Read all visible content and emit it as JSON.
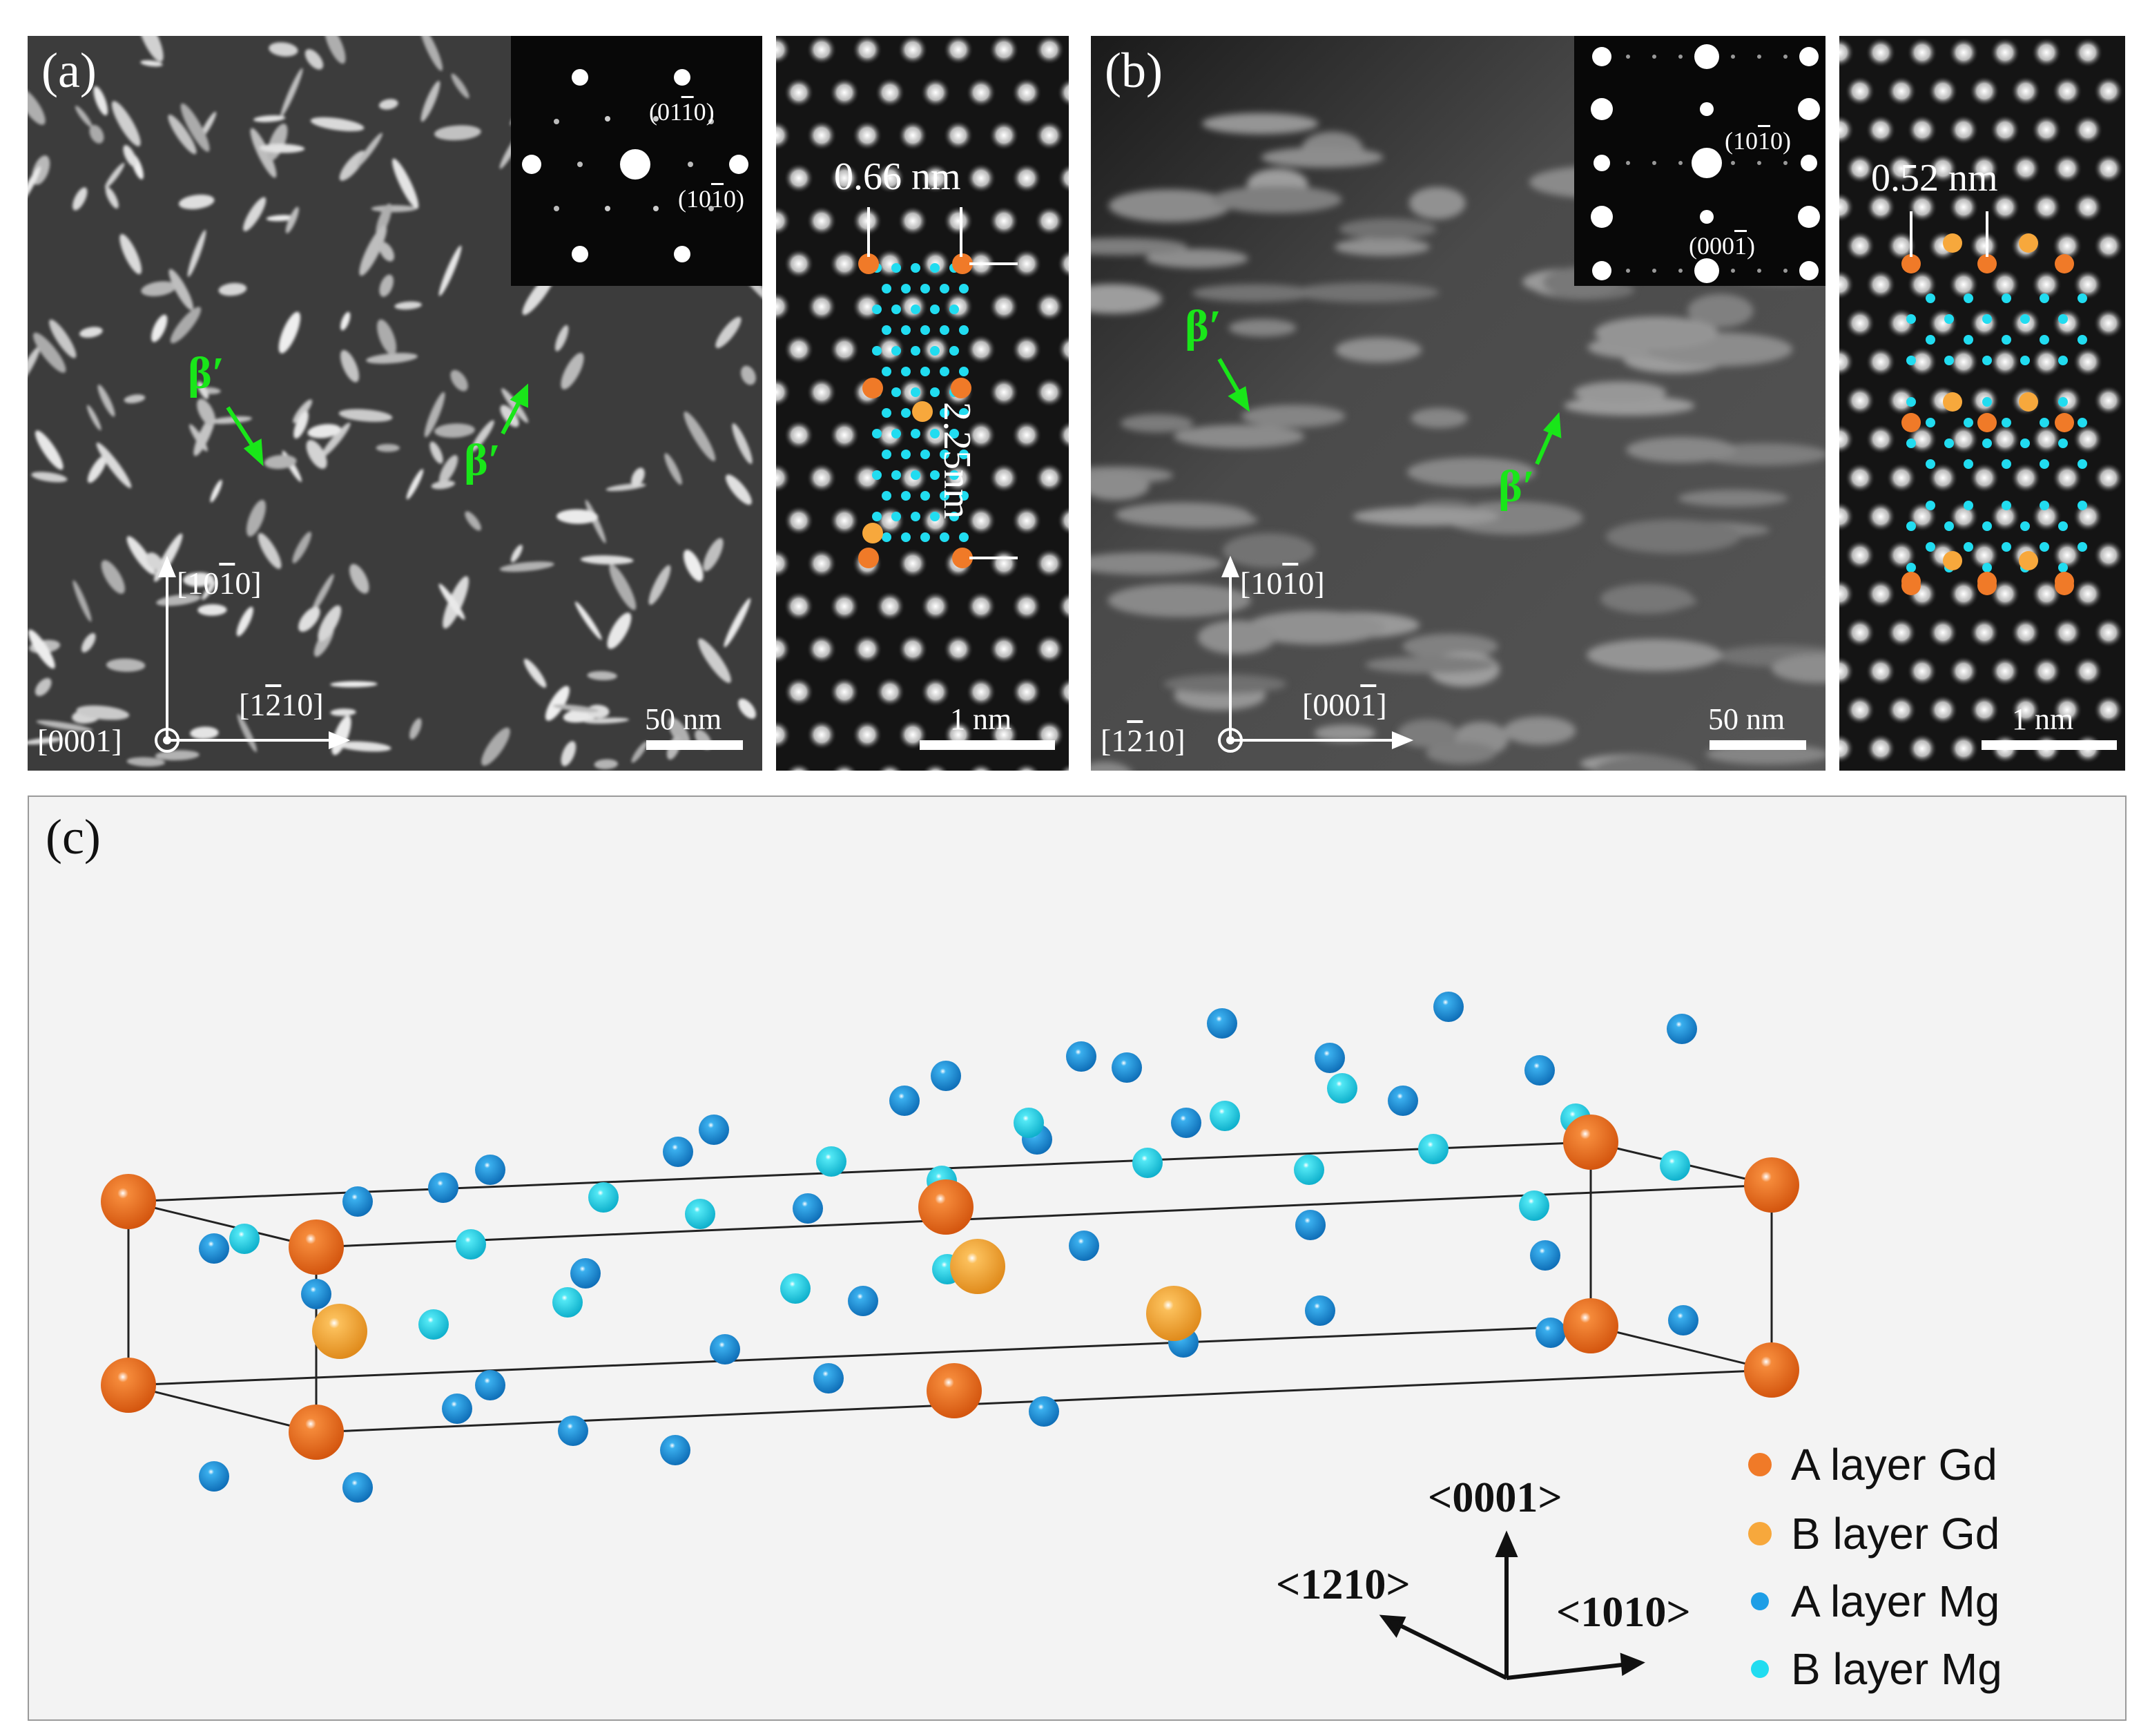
{
  "panel_a": {
    "label": "(a)",
    "diffraction_spots": [
      "(01",
      "1",
      "0)",
      "(10",
      "1",
      "0)"
    ],
    "beta_labels": [
      "β′",
      "β′"
    ],
    "axis_vertical": [
      "[10",
      "1",
      "0]"
    ],
    "axis_horizontal": [
      "[1",
      "2",
      "10]"
    ],
    "axis_zone": "[0001]",
    "scale_bar": "50 nm"
  },
  "panel_a_hr": {
    "measure_width": "0.66 nm",
    "measure_height": "2.25nm",
    "scale_bar": "1 nm"
  },
  "panel_b": {
    "label": "(b)",
    "diffraction_spots": [
      "(10",
      "1",
      "0)",
      "(000",
      "1",
      ")"
    ],
    "beta_labels": [
      "β′",
      "β′"
    ],
    "axis_vertical": [
      "[10",
      "1",
      "0]"
    ],
    "axis_horizontal": [
      "[000",
      "1",
      "]"
    ],
    "axis_zone": [
      "[1",
      "2",
      "10]"
    ],
    "scale_bar": "50 nm"
  },
  "panel_b_hr": {
    "measure_width": "0.52 nm",
    "scale_bar": "1 nm"
  },
  "panel_c": {
    "label": "(c)",
    "legend": [
      {
        "label": "A layer  Gd",
        "color": "#f07a28"
      },
      {
        "label": "B layer  Gd",
        "color": "#f7a83c"
      },
      {
        "label": "A layer  Mg",
        "color": "#1e9ee6"
      },
      {
        "label": "B layer  Mg",
        "color": "#21dcf0"
      }
    ],
    "directions": {
      "up": "<0001>",
      "left": "<1210>",
      "right": "<1010>"
    }
  }
}
